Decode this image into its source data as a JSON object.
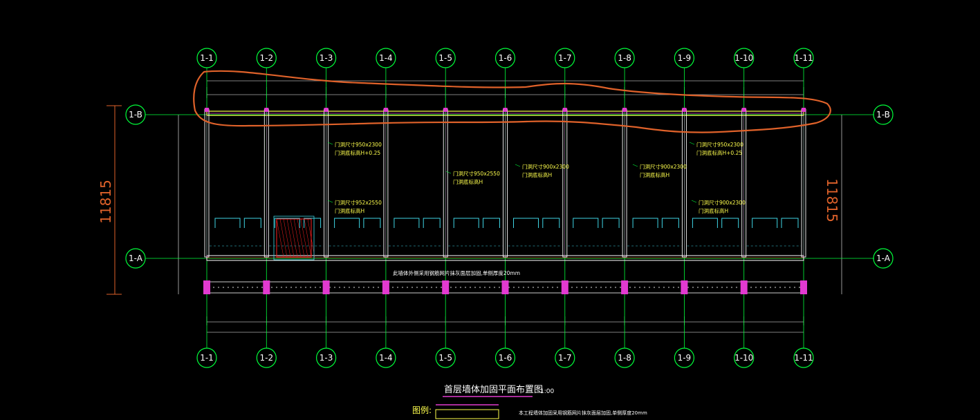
{
  "drawing": {
    "title": "首层墙体加固平面布置图",
    "scale": "1:00",
    "legend_label": "图例:",
    "overall_dim_left": "11815",
    "overall_dim_right": "11815"
  },
  "axes": {
    "columns": [
      "1-1",
      "1-2",
      "1-3",
      "1-4",
      "1-5",
      "1-6",
      "1-7",
      "1-8",
      "1-9",
      "1-10",
      "1-11"
    ],
    "rows": [
      "1-B",
      "1-A"
    ]
  },
  "openings": [
    {
      "size": "门洞尺寸950x2300",
      "sill": "门洞底标高H+0.25"
    },
    {
      "size": "门洞尺寸950x2300",
      "sill": "门洞底标高H+0.25"
    },
    {
      "size": "门洞尺寸952x2550",
      "sill": "门洞底标高H"
    },
    {
      "size": "门洞尺寸950x2550",
      "sill": "门洞底标高H"
    },
    {
      "size": "门洞尺寸900x2300",
      "sill": "门洞底标高H"
    },
    {
      "size": "门洞尺寸900x2300",
      "sill": "门洞底标高H"
    },
    {
      "size": "门洞尺寸900x2300",
      "sill": "门洞底标高H"
    }
  ],
  "notes": {
    "wall_note": "此墙体外侧采用钢筋网片抹灰面层加固,单侧厚度20mm",
    "footer_note": "本工程墙体加固采用钢筋网片抹灰面层加固,单侧厚度20mm"
  },
  "colors": {
    "background": "#000000",
    "axis_green": "#00ff3a",
    "wall_white": "#ffffff",
    "cyan": "#3fd6e6",
    "magenta": "#e23ad0",
    "yellow": "#ffff4d",
    "markup_orange": "#e0622a",
    "red": "#ff2020"
  }
}
